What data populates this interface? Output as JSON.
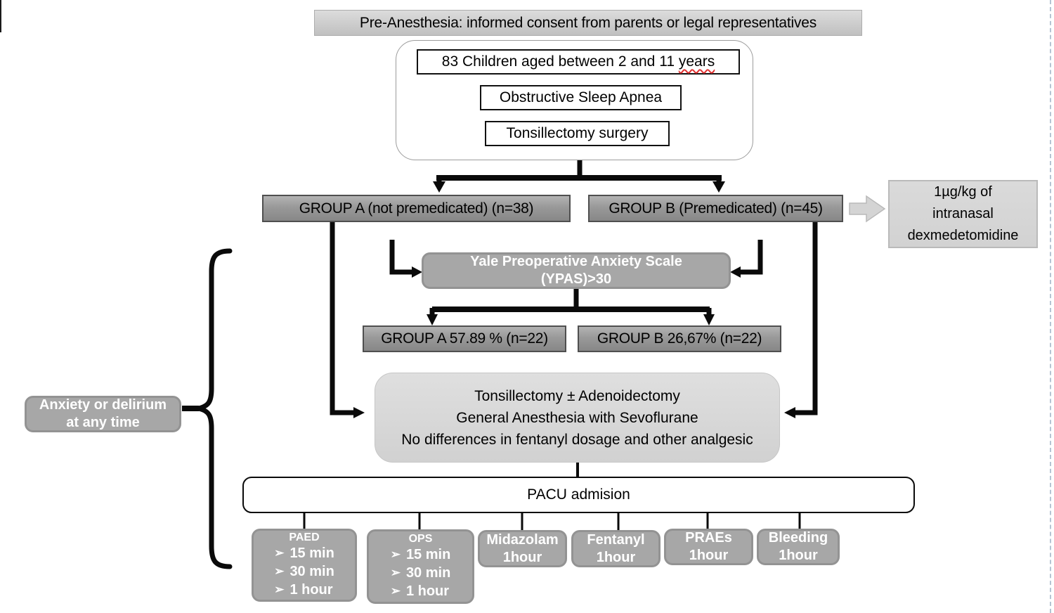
{
  "diagram": {
    "banner": "Pre-Anesthesia: informed consent from parents or legal representatives",
    "cohort": {
      "children": "83 Children aged between 2 and 11 ",
      "children_last_word": "years",
      "condition": "Obstructive Sleep Apnea",
      "surgery": "Tonsillectomy surgery"
    },
    "group_a": "GROUP A (not premedicated) (n=38)",
    "group_b": "GROUP B (Premedicated) (n=45)",
    "premedication": {
      "line1": "1µg/kg of",
      "line2": "intranasal",
      "line3": "dexmedetomidine"
    },
    "ypas": {
      "line1": "Yale Preoperative Anxiety Scale",
      "line2": "(YPAS)>30"
    },
    "ypas_result_a": "GROUP A 57.89 % (n=22)",
    "ypas_result_b": "GROUP B 26,67% (n=22)",
    "surgery_box": {
      "line1": "Tonsillectomy ± Adenoidectomy",
      "line2": "General Anesthesia with Sevoflurane",
      "line3": "No differences in fentanyl dosage and other analgesic"
    },
    "pacu": "PACU admision",
    "side_note": {
      "line1": "Anxiety or delirium",
      "line2": "at any time"
    },
    "bullet": "➢",
    "outcomes": {
      "paed": {
        "title": "PAED",
        "item1": "15 min",
        "item2": "30 min",
        "item3": "1 hour"
      },
      "ops": {
        "title": "OPS",
        "item1": "15 min",
        "item2": "30 min",
        "item3": "1 hour"
      },
      "midazolam": {
        "line1": "Midazolam",
        "line2": "1hour"
      },
      "fentanyl": {
        "line1": "Fentanyl",
        "line2": "1hour"
      },
      "praes": {
        "line1": "PRAEs",
        "line2": "1hour"
      },
      "bleeding": {
        "line1": "Bleeding",
        "line2": "1hour"
      }
    },
    "colors": {
      "dark_gray_box": "#999999",
      "soft_gray_box": "#a7a7a7",
      "light_gray_box": "#d7d7d7",
      "banner_gray": "#cfcfcf",
      "arrow_black": "#0a0a0a",
      "spellcheck_red": "#e03131"
    }
  }
}
